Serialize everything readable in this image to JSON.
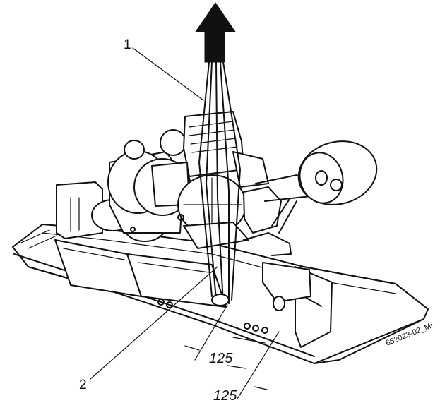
{
  "figure": {
    "callouts": [
      {
        "id": "1",
        "text": "1"
      },
      {
        "id": "2",
        "text": "2"
      }
    ],
    "dimensions": [
      {
        "text": "125"
      },
      {
        "text": "125"
      }
    ],
    "figure_code": "652023-02_Mi"
  }
}
